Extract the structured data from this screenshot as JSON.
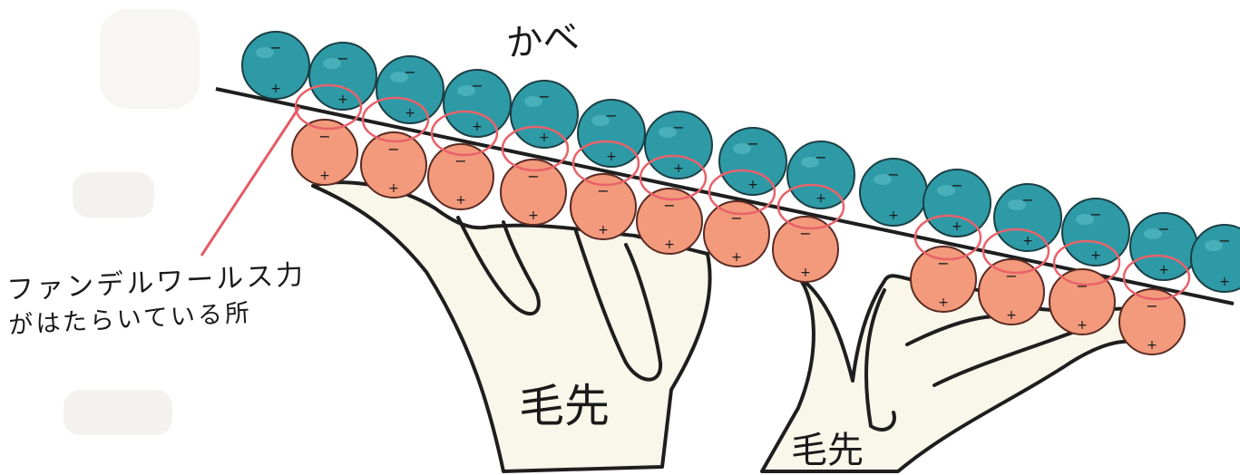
{
  "wall_label": "かべ",
  "annotation": {
    "line1": "ファンデルワールス力",
    "line2": "がはたらいている所"
  },
  "tip_label_large": "毛先",
  "tip_label_small": "毛先",
  "colors": {
    "wall_molecule": "#2e9aa6",
    "tip_molecule": "#f39a7c",
    "overlap_ring": "#e8626a",
    "pointer_line": "#e45b64",
    "hair_fill": "#f8f7ea",
    "outline": "#1e1e1e"
  }
}
